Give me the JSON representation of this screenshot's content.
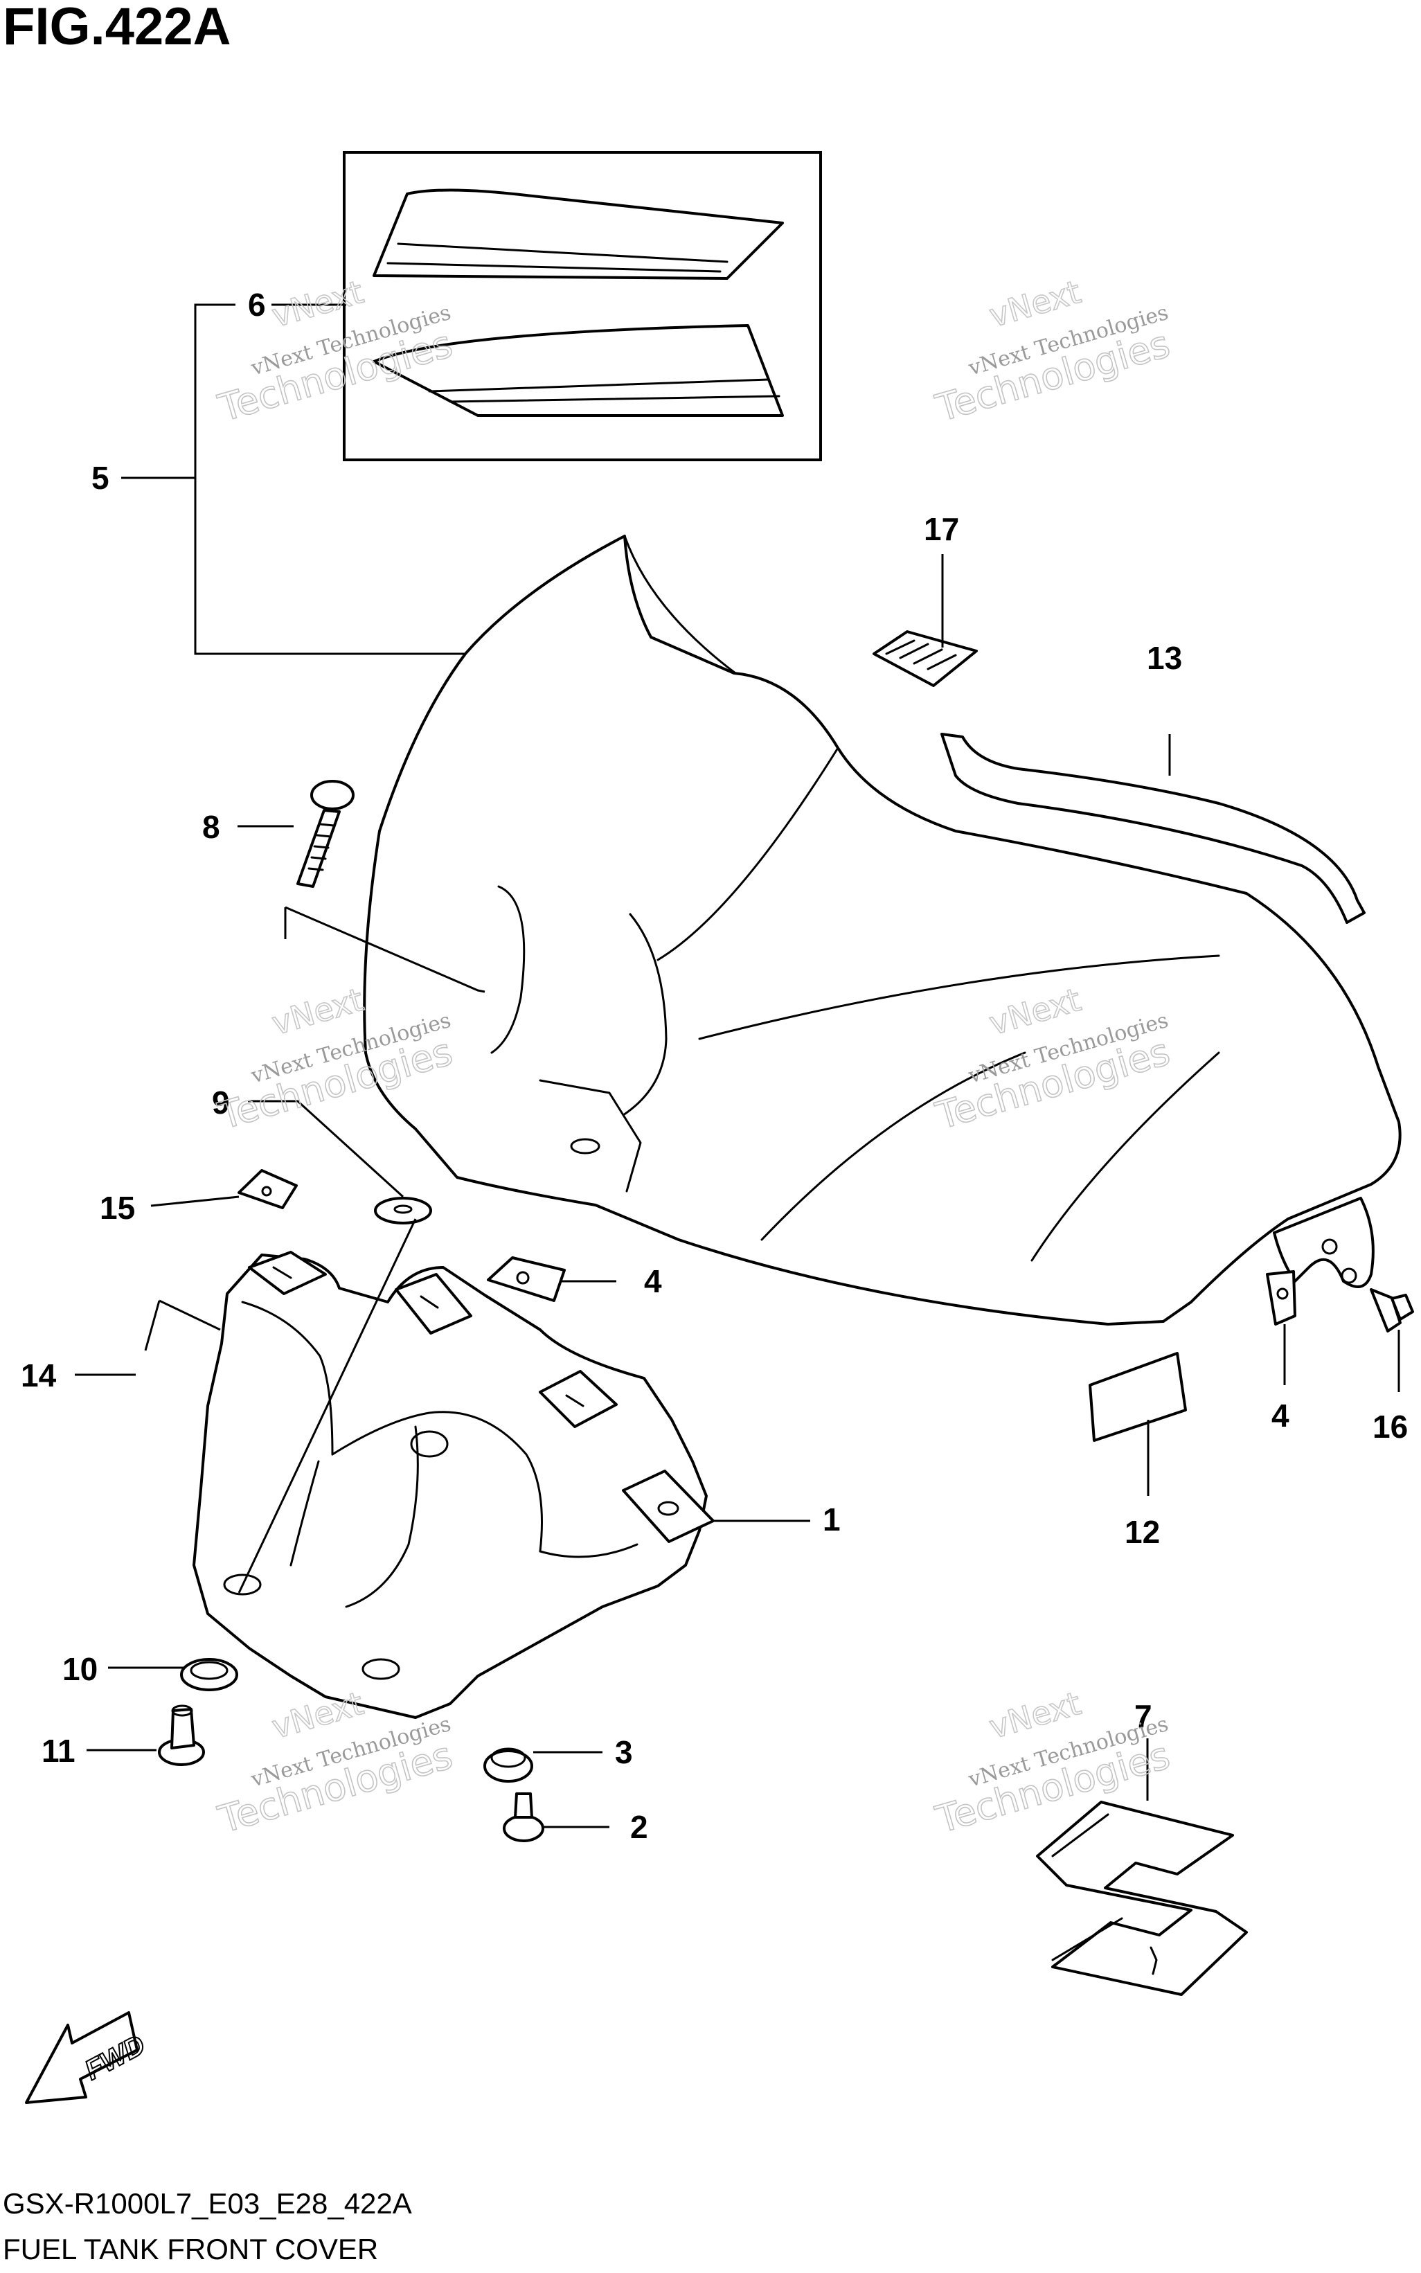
{
  "figure": {
    "title": "FIG.422A",
    "code": "GSX-R1000L7_E03_E28_422A",
    "caption": "FUEL TANK FRONT COVER",
    "fwd_label": "FWD"
  },
  "watermark": {
    "line1": "vNext Technologies",
    "line2": "Technologies",
    "line3": "vNext"
  },
  "callouts": [
    {
      "id": "c1",
      "label": "1"
    },
    {
      "id": "c2",
      "label": "2"
    },
    {
      "id": "c3",
      "label": "3"
    },
    {
      "id": "c4a",
      "label": "4"
    },
    {
      "id": "c4b",
      "label": "4"
    },
    {
      "id": "c5",
      "label": "5"
    },
    {
      "id": "c6",
      "label": "6"
    },
    {
      "id": "c7",
      "label": "7"
    },
    {
      "id": "c8",
      "label": "8"
    },
    {
      "id": "c9",
      "label": "9"
    },
    {
      "id": "c10",
      "label": "10"
    },
    {
      "id": "c11",
      "label": "11"
    },
    {
      "id": "c12",
      "label": "12"
    },
    {
      "id": "c13",
      "label": "13"
    },
    {
      "id": "c14",
      "label": "14"
    },
    {
      "id": "c15",
      "label": "15"
    },
    {
      "id": "c16",
      "label": "16"
    },
    {
      "id": "c17",
      "label": "17"
    }
  ]
}
